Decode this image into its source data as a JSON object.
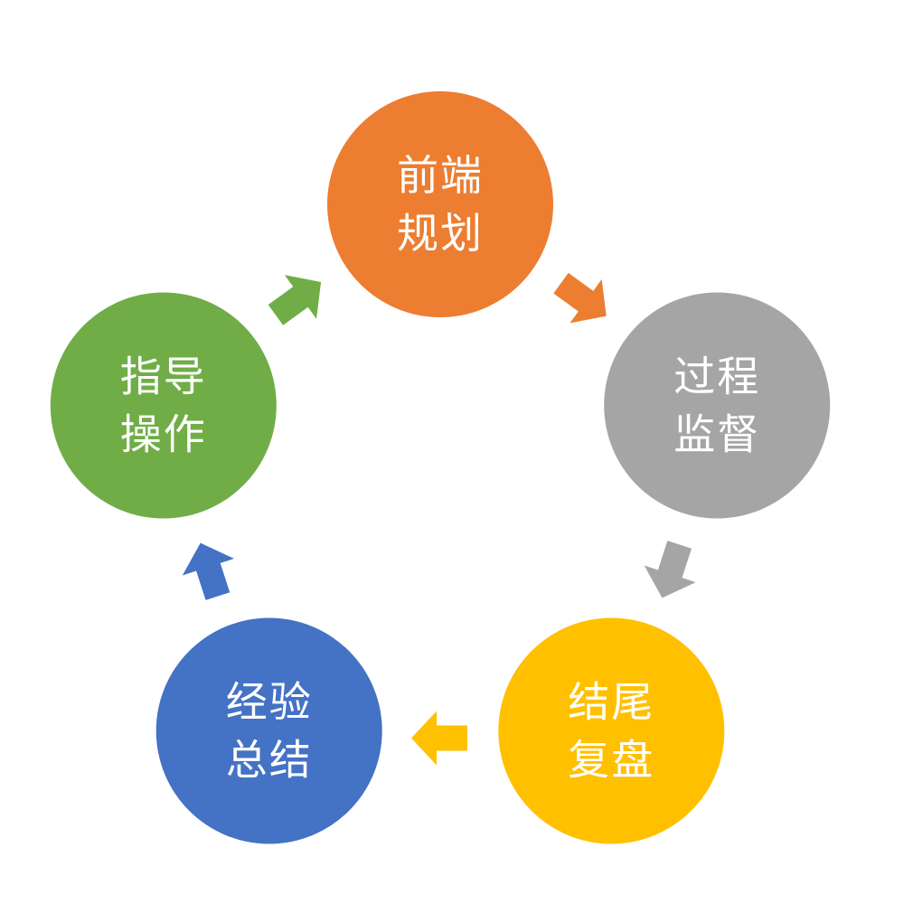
{
  "diagram": {
    "type": "cycle",
    "nodes": [
      {
        "id": "frontend-planning",
        "lines": [
          "前端",
          "规划"
        ],
        "color": "#ED7D31"
      },
      {
        "id": "process-supervision",
        "lines": [
          "过程",
          "监督"
        ],
        "color": "#A5A5A5"
      },
      {
        "id": "closing-review",
        "lines": [
          "结尾",
          "复盘"
        ],
        "color": "#FFC000"
      },
      {
        "id": "experience-summary",
        "lines": [
          "经验",
          "总结"
        ],
        "color": "#4472C4"
      },
      {
        "id": "guidance-operation",
        "lines": [
          "指导",
          "操作"
        ],
        "color": "#70AD47"
      }
    ],
    "arrows": [
      {
        "from": "frontend-planning",
        "to": "process-supervision",
        "color": "#ED7D31"
      },
      {
        "from": "process-supervision",
        "to": "closing-review",
        "color": "#A5A5A5"
      },
      {
        "from": "closing-review",
        "to": "experience-summary",
        "color": "#FFC000"
      },
      {
        "from": "experience-summary",
        "to": "guidance-operation",
        "color": "#4472C4"
      },
      {
        "from": "guidance-operation",
        "to": "frontend-planning",
        "color": "#70AD47"
      }
    ]
  }
}
